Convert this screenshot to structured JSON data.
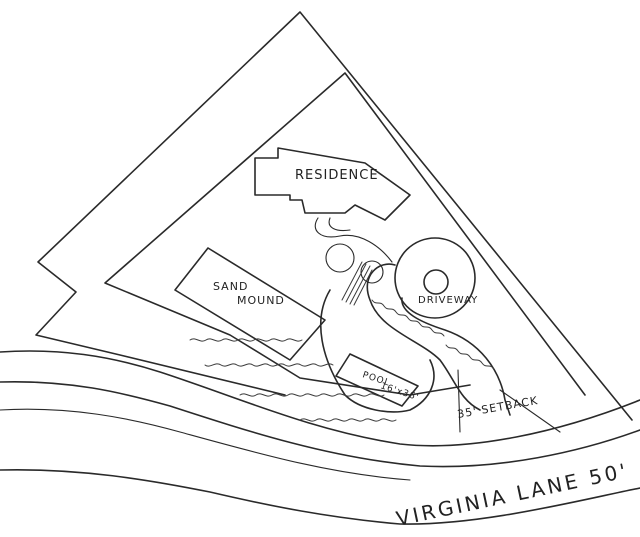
{
  "labels": {
    "residence": "RESIDENCE",
    "sand_mound_line1": "SAND",
    "sand_mound_line2": "MOUND",
    "driveway": "DRIVEWAY",
    "pool_line1": "POOL",
    "pool_line2": "16'x36'",
    "setback": "35' SETBACK",
    "road": "VIRGINIA LANE 50'"
  }
}
